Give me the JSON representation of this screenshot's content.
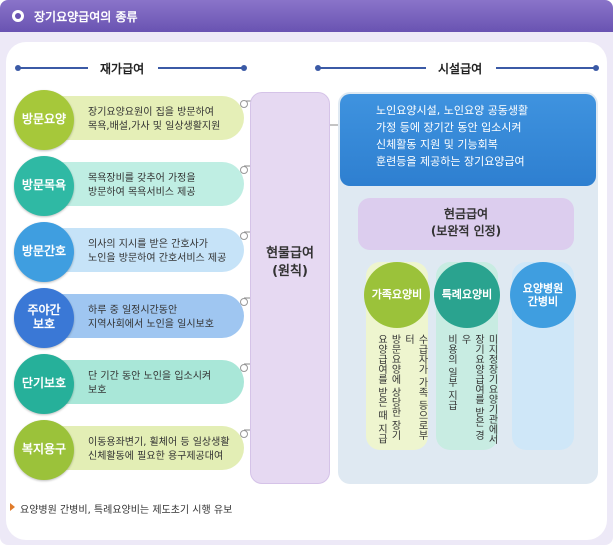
{
  "header": {
    "title": "장기요양급여의 종류"
  },
  "sections": {
    "home": "재가급여",
    "facility": "시설급여"
  },
  "home_services": [
    {
      "name": "방문요양",
      "desc": "장기요양요원이 집을 방문하여\n목욕,배설,가사 및 일상생활지원",
      "color": "#a6c83a",
      "bar": "#e5efb7"
    },
    {
      "name": "방문목욕",
      "desc": "목욕장비를 갖추어 가정을\n방문하여 목욕서비스 제공",
      "color": "#2fb9a4",
      "bar": "#bfeee3"
    },
    {
      "name": "방문간호",
      "desc": "의사의 지시를 받은 간호사가\n노인을 방문하여 간호서비스 제공",
      "color": "#3f9ee0",
      "bar": "#c6e3f8"
    },
    {
      "name": "주야간\n보호",
      "desc": "하루 중 일정시간동안\n지역사회에서 노인을 일시보호",
      "color": "#3a78d6",
      "bar": "#9fc6f1"
    },
    {
      "name": "단기보호",
      "desc": "단 기간 동안 노인을 입소시켜\n보호",
      "color": "#26b09a",
      "bar": "#a9e7d8"
    },
    {
      "name": "복지용구",
      "desc": "이동용좌변기, 휠체어 등 일상생활\n신체활동에 필요한 용구제공대여",
      "color": "#9bc23a",
      "bar": "#e3eeb5"
    }
  ],
  "middle": {
    "label": "현물급여\n(원칙)"
  },
  "facility": {
    "desc": "노인요양시설, 노인요양 공동생활\n가정 등에 장기간 동안 입소시켜\n신체활동 지원 및 기능회복\n훈련등을 제공하는 장기요양급여"
  },
  "cash": {
    "label": "현금급여\n(보완적 인정)"
  },
  "cash_types": [
    {
      "name": "가족요양비",
      "desc": "수급자가 가족 등으로부터\n방문요양에 상당한 장기\n요양급여를 받은 때 지급",
      "color": "#9bc23a",
      "bg": "#eef5cf"
    },
    {
      "name": "특례요양비",
      "desc": "미지정장기요양기관에서\n장기요양급여를 받은 경우\n비용의 일부 지급",
      "color": "#2aa38f",
      "bg": "#c8ece2"
    },
    {
      "name": "요양병원\n간병비",
      "desc": "",
      "color": "#3f9ee0",
      "bg": "#cfe7f8"
    }
  ],
  "footnote": "요양병원 간병비, 특례요양비는 제도초기 시행 유보",
  "colors": {
    "header": "#6953b2",
    "accent": "#3b5aa6"
  }
}
